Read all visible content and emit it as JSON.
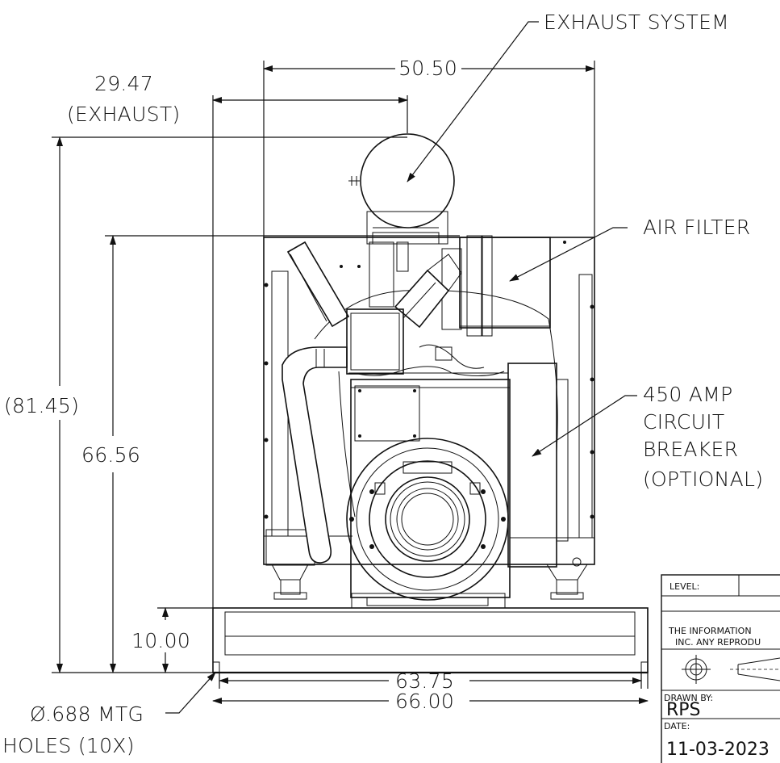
{
  "callouts": {
    "exhaust_system": "EXHAUST SYSTEM",
    "air_filter": "AIR FILTER",
    "breaker_line1": "450 AMP",
    "breaker_line2": "CIRCUIT",
    "breaker_line3": "BREAKER",
    "breaker_line4": "(OPTIONAL)",
    "mtg_holes_line1": "Ø.688 MTG",
    "mtg_holes_line2": "HOLES (10X)"
  },
  "dimensions": {
    "exhaust_offset": "29.47",
    "exhaust_offset_note": "(EXHAUST)",
    "top_width": "50.50",
    "overall_height": "(81.45)",
    "frame_height": "66.56",
    "base_height": "10.00",
    "hole_spacing": "63.75",
    "base_width": "66.00"
  },
  "title_block": {
    "level_label": "LEVEL:",
    "notice_line1": "THE INFORMATION",
    "notice_line2": "INC. ANY REPRODU",
    "drawn_by_label": "DRAWN BY:",
    "drawn_by_value": "RPS",
    "date_label": "DATE:",
    "date_value": "11-03-2023"
  }
}
